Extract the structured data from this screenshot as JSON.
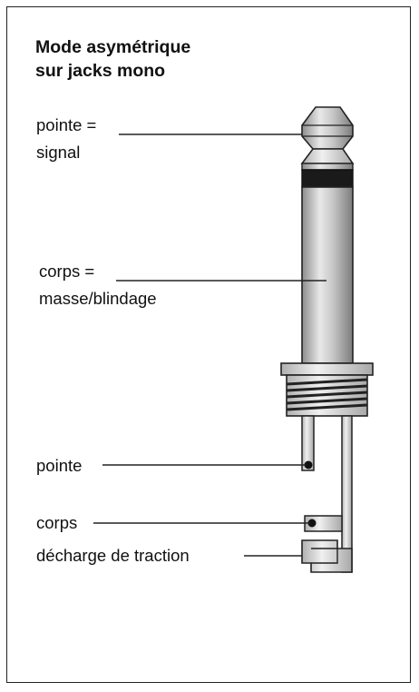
{
  "title": {
    "line1": "Mode asymétrique",
    "line2": "sur jacks mono"
  },
  "labels": {
    "tip_line1": "pointe =",
    "tip_line2": "signal",
    "sleeve_line1": "corps =",
    "sleeve_line2": "masse/blindage",
    "tip_lug": "pointe",
    "sleeve_lug": "corps",
    "strain_relief": "décharge de traction"
  },
  "colors": {
    "stroke": "#222222",
    "metal_light": "#e6e6e6",
    "metal_mid": "#b4b4b4",
    "metal_dark": "#7a7a7a",
    "insulator": "#1a1a1a"
  }
}
